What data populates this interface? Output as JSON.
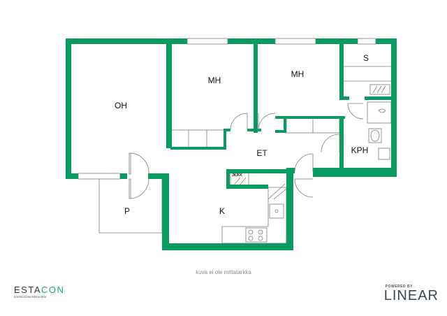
{
  "rooms": {
    "oh": "OH",
    "mh_left": "MH",
    "mh_right": "MH",
    "sauna": "S",
    "et": "ET",
    "kph": "KPH",
    "kitchen": "K",
    "balcony": "P",
    "jkkk": "JK/KK"
  },
  "caption": "kuva ei ole mittatarkka",
  "logo_left": {
    "name_part1": "ESTA",
    "name_part2": "CON",
    "tagline": "kiinteistömarkkinointia"
  },
  "logo_right": {
    "powered": "POWERED BY",
    "brand": "LINEAR"
  },
  "colors": {
    "wall": "#0c9a63",
    "fixture": "#7d7d7d",
    "text": "#111111"
  }
}
